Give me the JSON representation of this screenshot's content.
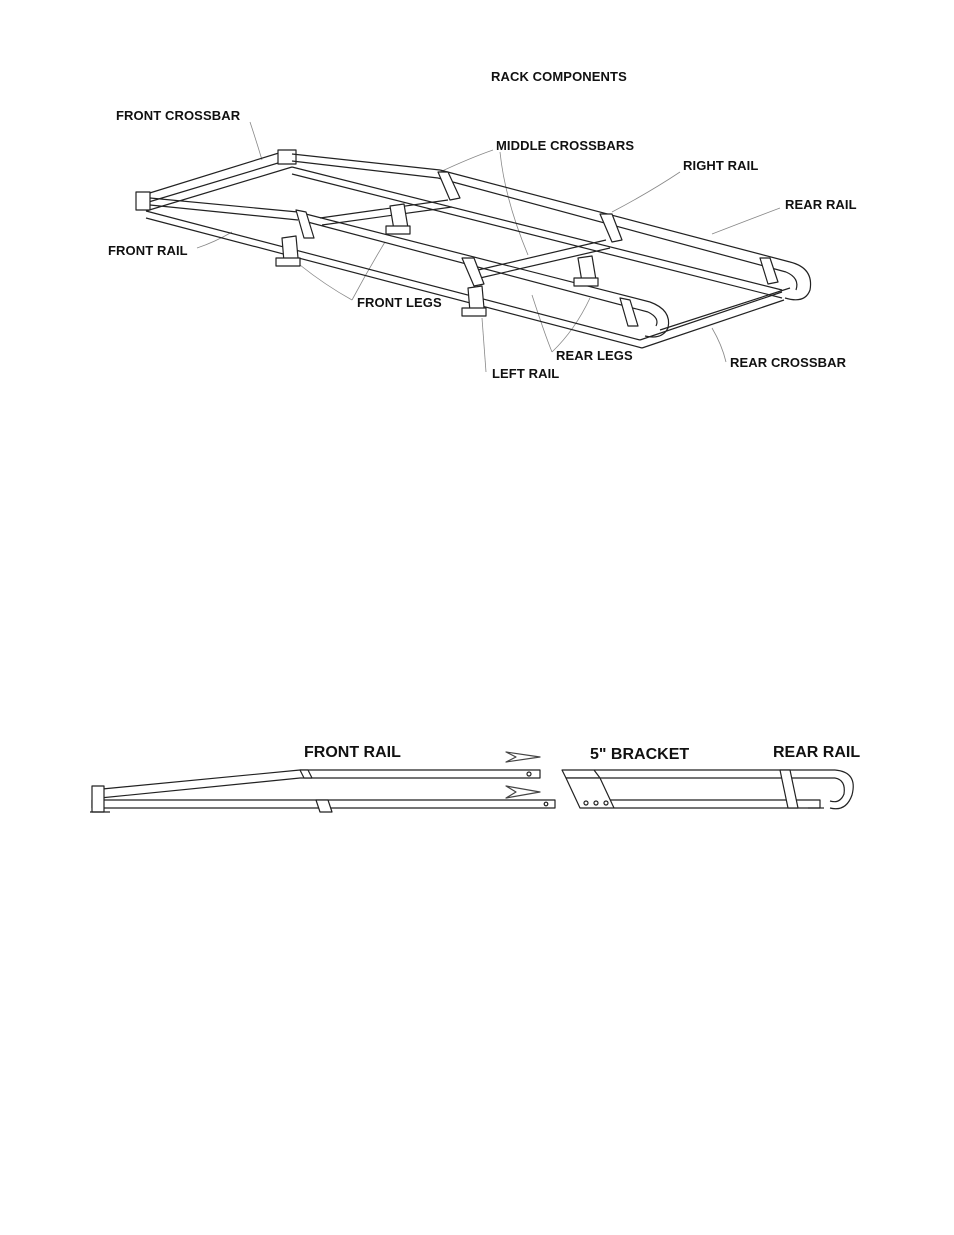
{
  "diagram_top": {
    "title": "RACK COMPONENTS",
    "labels": {
      "front_crossbar": "FRONT CROSSBAR",
      "middle_crossbars": "MIDDLE CROSSBARS",
      "right_rail": "RIGHT RAIL",
      "rear_rail": "REAR RAIL",
      "front_rail": "FRONT RAIL",
      "front_legs": "FRONT LEGS",
      "rear_legs": "REAR LEGS",
      "rear_crossbar": "REAR CROSSBAR",
      "left_rail": "LEFT RAIL"
    }
  },
  "diagram_bottom": {
    "labels": {
      "front_rail": "FRONT RAIL",
      "bracket": "5\" BRACKET",
      "rear_rail": "REAR RAIL"
    }
  }
}
